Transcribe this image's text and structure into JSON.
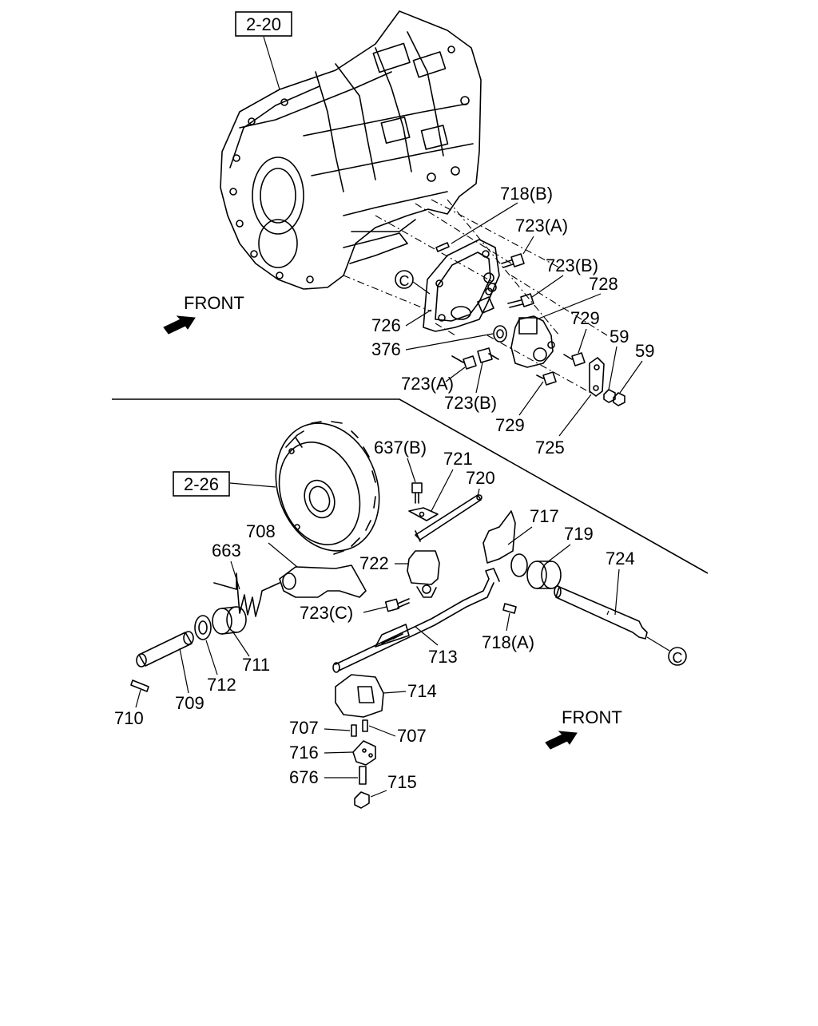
{
  "references": {
    "top": "2-20",
    "bottom": "2-26"
  },
  "front_labels": {
    "top": "FRONT",
    "bottom": "FRONT"
  },
  "circle_marker": "C",
  "callouts": {
    "c718b": "718(B)",
    "c723a_top": "723(A)",
    "c723b_top": "723(B)",
    "c728": "728",
    "c726": "726",
    "c729_top": "729",
    "c59_a": "59",
    "c59_b": "59",
    "c376": "376",
    "c723a_bot": "723(A)",
    "c723b_bot": "723(B)",
    "c729_bot": "729",
    "c725": "725",
    "c637b": "637(B)",
    "c721": "721",
    "c720": "720",
    "c717": "717",
    "c708": "708",
    "c719": "719",
    "c663": "663",
    "c722": "722",
    "c724": "724",
    "c723c": "723(C)",
    "c718a": "718(A)",
    "c711": "711",
    "c713": "713",
    "c712": "712",
    "c709": "709",
    "c714": "714",
    "c710": "710",
    "c707_left": "707",
    "c707_right": "707",
    "c716": "716",
    "c676": "676",
    "c715": "715"
  }
}
